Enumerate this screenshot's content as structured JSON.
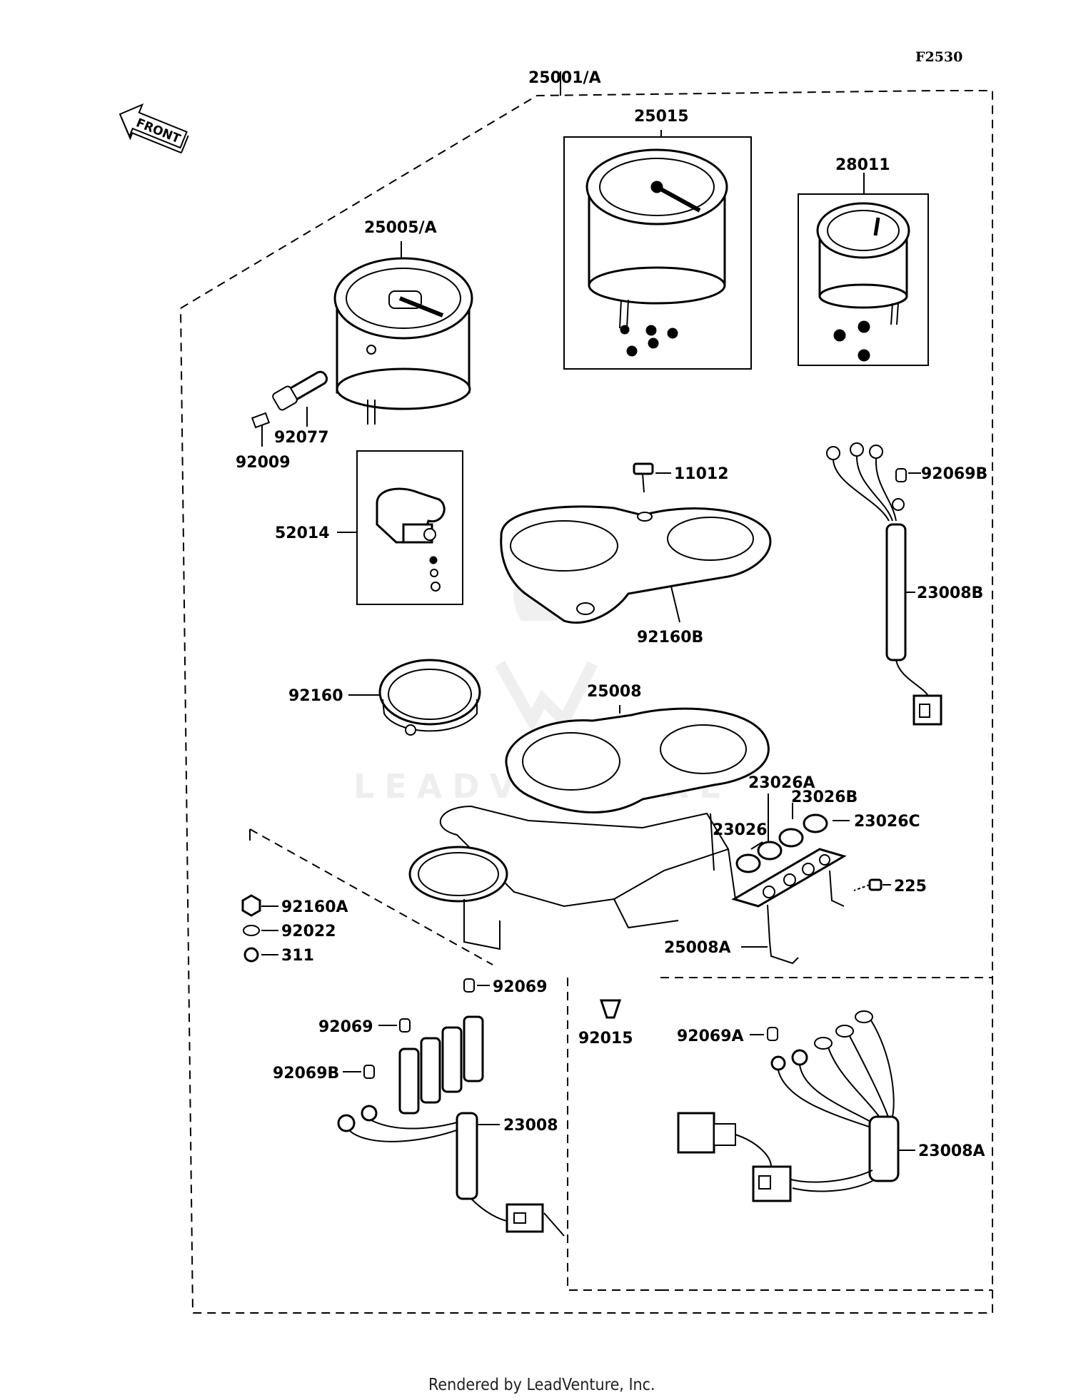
{
  "figure_code": "F2530",
  "front_label": "FRONT",
  "watermark": "LEADVENTURE",
  "footer": "Rendered by LeadVenture, Inc.",
  "labels": {
    "assy": "25001/A",
    "tacho": "25015",
    "gauge": "28011",
    "speedo": "25005/A",
    "gear": "92077",
    "screw_small": "92009",
    "gear_housing": "52014",
    "bolt_top": "11012",
    "socket_b_top": "92069B",
    "harness_b": "23008B",
    "cover_b": "92160B",
    "ring": "92160",
    "case": "25008",
    "lens_a": "23026A",
    "lens_b": "23026B",
    "lens": "23026",
    "lens_c": "23026C",
    "screw_225": "225",
    "nut_a": "92160A",
    "washer": "92022",
    "nut": "311",
    "bracket": "25008A",
    "socket_top": "92069",
    "socket_mid": "92069",
    "socket_b": "92069B",
    "harness": "23008",
    "grommet": "92015",
    "socket_a": "92069A",
    "harness_a": "23008A"
  }
}
